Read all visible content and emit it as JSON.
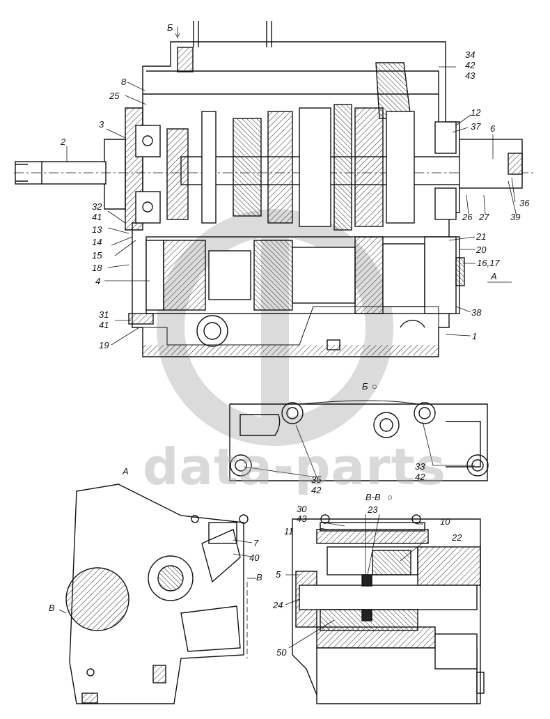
{
  "watermark": {
    "text": "data-parts",
    "color": "#b8b8b8"
  },
  "views": {
    "section_b": "Б",
    "section_b_view": "Б",
    "view_a": "А",
    "view_a_arrow": "А",
    "section_vv": "В-В",
    "cut_v_right": "В",
    "cut_v_left": "В"
  },
  "callouts": {
    "main": [
      "34",
      "42",
      "43",
      "8",
      "25",
      "3",
      "2",
      "12",
      "37",
      "6",
      "32",
      "41",
      "13",
      "14",
      "15",
      "18",
      "4",
      "31",
      "41",
      "19",
      "36",
      "26",
      "27",
      "39",
      "21",
      "20",
      "16,17",
      "38",
      "1"
    ],
    "cover": [
      "35",
      "42",
      "33",
      "42"
    ],
    "view_a": [
      "7",
      "40"
    ],
    "section_vv": [
      "30",
      "43",
      "23",
      "10",
      "11",
      "22",
      "5",
      "24",
      "50"
    ]
  }
}
